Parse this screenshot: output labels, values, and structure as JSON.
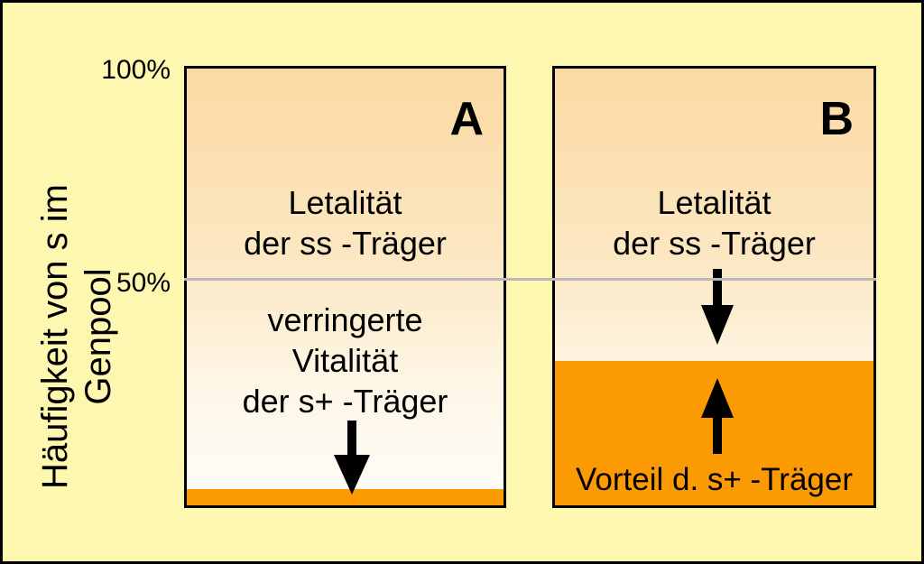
{
  "axis": {
    "ylabel": "Häufigkeit von s im Genpool",
    "ticks": {
      "top": "100%",
      "mid": "50%"
    }
  },
  "panel_a": {
    "letter": "A",
    "top_text": [
      "Letalität",
      "der ss -Träger"
    ],
    "bottom_text": [
      "verringerte",
      "Vitalität",
      "der s+ -Träger"
    ],
    "fill_fraction": 0.03
  },
  "panel_b": {
    "letter": "B",
    "top_text": [
      "Letalität",
      "der ss -Träger"
    ],
    "bottom_text": "Vorteil d. s+ -Träger",
    "fill_fraction": 0.33
  },
  "colors": {
    "background": "#fdf7b0",
    "fill": "#fc9a04",
    "midline": "#b8b8b8",
    "gradient_top": "#fcd9a2"
  }
}
